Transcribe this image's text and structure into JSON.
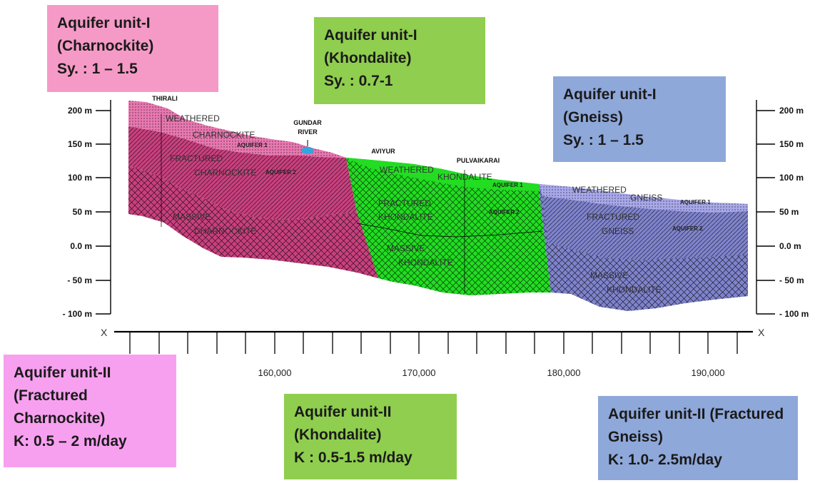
{
  "boxes": {
    "pink_top": [
      "Aquifer unit-I",
      "(Charnockite)",
      "Sy.  : 1 – 1.5"
    ],
    "green_top": [
      "Aquifer unit-I",
      "(Khondalite)",
      "Sy.  : 0.7-1"
    ],
    "blue_top": [
      "Aquifer unit-I",
      "(Gneiss)",
      "Sy.  : 1 – 1.5"
    ],
    "pink_bottom": [
      "Aquifer unit-II",
      "(Fractured",
      "Charnockite)",
      "K:  0.5 – 2 m/day"
    ],
    "green_bottom": [
      "Aquifer unit-II",
      "(Khondalite)",
      "K : 0.5-1.5 m/day"
    ],
    "blue_bottom": [
      "Aquifer unit-II (Fractured",
      "Gneiss)",
      "K:  1.0- 2.5m/day"
    ]
  },
  "elevation_axis": {
    "ticks": [
      "200 m",
      "150 m",
      "100 m",
      "50 m",
      "0.0 m",
      "- 50 m",
      "- 100 m"
    ]
  },
  "distance_axis": {
    "ticks": [
      "160,000",
      "170,000",
      "180,000",
      "190,000"
    ],
    "end_labels": [
      "X",
      "X"
    ]
  },
  "places": {
    "thirali": "THIRALI",
    "gundar_1": "GUNDAR",
    "gundar_2": "RIVER",
    "aviyur": "AVIYUR",
    "pulvaikarai": "PULVAIKARAI"
  },
  "layer_labels": {
    "charnockite": {
      "weathered_1": "WEATHERED",
      "weathered_2": "CHARNOCKITE",
      "fractured_1": "FRACTURED",
      "fractured_2": "CHARNOCKITE",
      "massive_1": "MASSIVE",
      "massive_2": "CHARNOCKITE",
      "aquifer1": "AQUIFER 1",
      "aquifer2": "AQUIFER 2"
    },
    "khondalite": {
      "weathered_1": "WEATHERED",
      "weathered_2": "KHONDALITE",
      "fractured_1": "FRACTURED",
      "fractured_2": "KHONDALITE",
      "massive_1": "MASSIVE",
      "massive_2": "KHONDALITE",
      "aquifer1": "AQUIFER 1",
      "aquifer2": "AQUIFER 2"
    },
    "gneiss": {
      "weathered_1": "WEATHERED",
      "weathered_2": "GNEISS",
      "fractured_1": "FRACTURED",
      "fractured_2": "GNEISS",
      "massive_1": "MASSIVE",
      "massive_2": "KHONDALITE",
      "aquifer1": "AQUIFER 1",
      "aquifer2": "AQUIFER 2"
    }
  },
  "colors": {
    "charnockite": "#c8407e",
    "charnockite_weathered": "#e878b0",
    "khondalite": "#22dd22",
    "gneiss": "#7f83cc",
    "gneiss_weathered": "#a8a8ea",
    "river": "#33a6e0"
  }
}
